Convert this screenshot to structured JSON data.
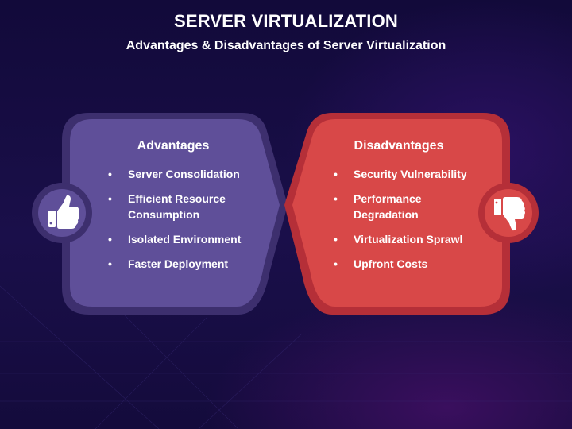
{
  "title": "SERVER VIRTUALIZATION",
  "subtitle": "Advantages & Disadvantages of Server Virtualization",
  "advantages": {
    "heading": "Advantages",
    "icon": "thumbs-up-icon",
    "color": "#5e4e98",
    "items": [
      "Server Consolidation",
      "Efficient Resource Consumption",
      "Isolated Environment",
      "Faster Deployment"
    ]
  },
  "disadvantages": {
    "heading": "Disadvantages",
    "icon": "thumbs-down-icon",
    "color": "#d64545",
    "items": [
      "Security Vulnerability",
      "Performance Degradation",
      "Virtualization Sprawl",
      "Upfront Costs"
    ]
  }
}
